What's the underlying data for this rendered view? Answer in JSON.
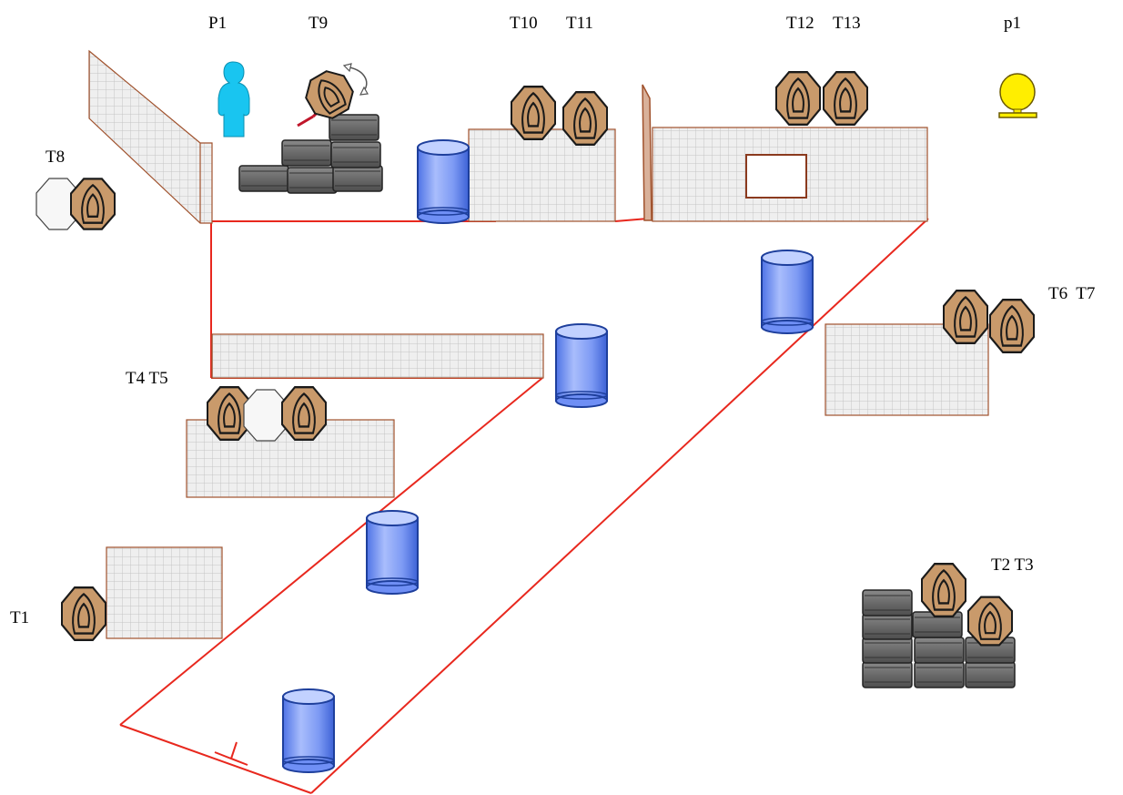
{
  "labels": {
    "p1_upper": "P1",
    "t9": "T9",
    "t10": "T10",
    "t11": "T11",
    "t12": "T12",
    "t13": "T13",
    "p1_lower": "p1",
    "t8": "T8",
    "t6_t7": "T6  T7",
    "t4_t5": "T4 T5",
    "t2_t3": "T2 T3",
    "t1": "T1"
  },
  "colors": {
    "boundary": "#e8281e",
    "wall_border": "#a0522d",
    "wall_fill": "#efefef",
    "wall_grid": "#c8c8c8",
    "target": "#c99a6b",
    "target_stroke": "#1a1a1a",
    "no_shoot": "#f7f7f7",
    "barrel_blue": "#6f8ff5",
    "barrel_blue_light": "#c2d1ff",
    "barrel_outline": "#1e3f9c",
    "drum_gray": "#707070",
    "shooter": "#19c5f0",
    "popper": "#ffee00"
  }
}
